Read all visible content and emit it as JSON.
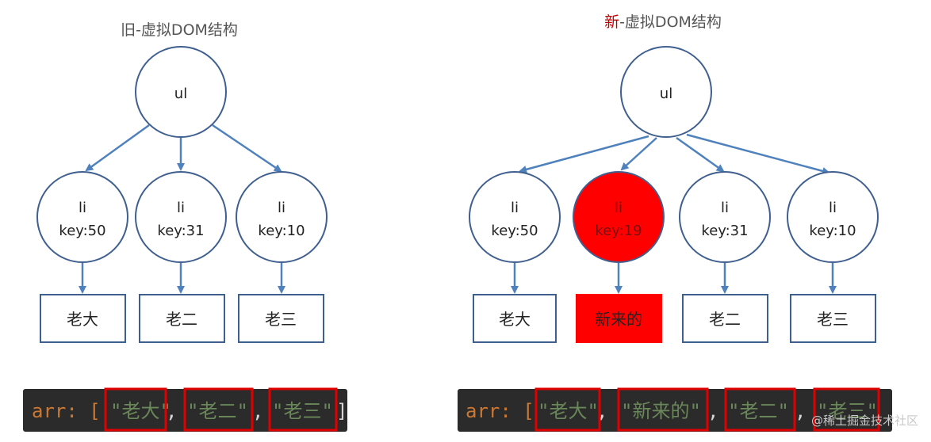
{
  "colors": {
    "edge": "#4f81bd",
    "node_stroke": "#3f5f8f",
    "highlight_fill": "#ff0000",
    "highlight_text": "#7a1010",
    "code_bg": "#2b2b2b",
    "code_key": "#cc7832",
    "code_punct": "#d4d4d4",
    "code_string": "#6a8759",
    "frame": "#e00000",
    "title_accent": "#c00000"
  },
  "old_tree": {
    "title": "旧-虚拟DOM结构",
    "root": "ul",
    "items": [
      {
        "tag": "li",
        "key": "key:50",
        "text": "老大"
      },
      {
        "tag": "li",
        "key": "key:31",
        "text": "老二"
      },
      {
        "tag": "li",
        "key": "key:10",
        "text": "老三"
      }
    ],
    "code": {
      "prefix": "arr: [",
      "values": [
        "\"老大\"",
        "\"老二\"",
        "\"老三\""
      ],
      "separator": ", ",
      "suffix": "]"
    }
  },
  "new_tree": {
    "title_accent": "新",
    "title_rest": "-虚拟DOM结构",
    "root": "ul",
    "items": [
      {
        "tag": "li",
        "key": "key:50",
        "text": "老大",
        "highlight": false
      },
      {
        "tag": "li",
        "key": "key:19",
        "text": "新来的",
        "highlight": true
      },
      {
        "tag": "li",
        "key": "key:31",
        "text": "老二",
        "highlight": false
      },
      {
        "tag": "li",
        "key": "key:10",
        "text": "老三",
        "highlight": false
      }
    ],
    "code": {
      "prefix": "arr: [",
      "values": [
        "\"老大\"",
        "\"新来的\"",
        "\"老二\"",
        "\"老三\""
      ],
      "separator": ", ",
      "suffix": "]"
    }
  },
  "watermark": "@稀土掘金技术社区"
}
